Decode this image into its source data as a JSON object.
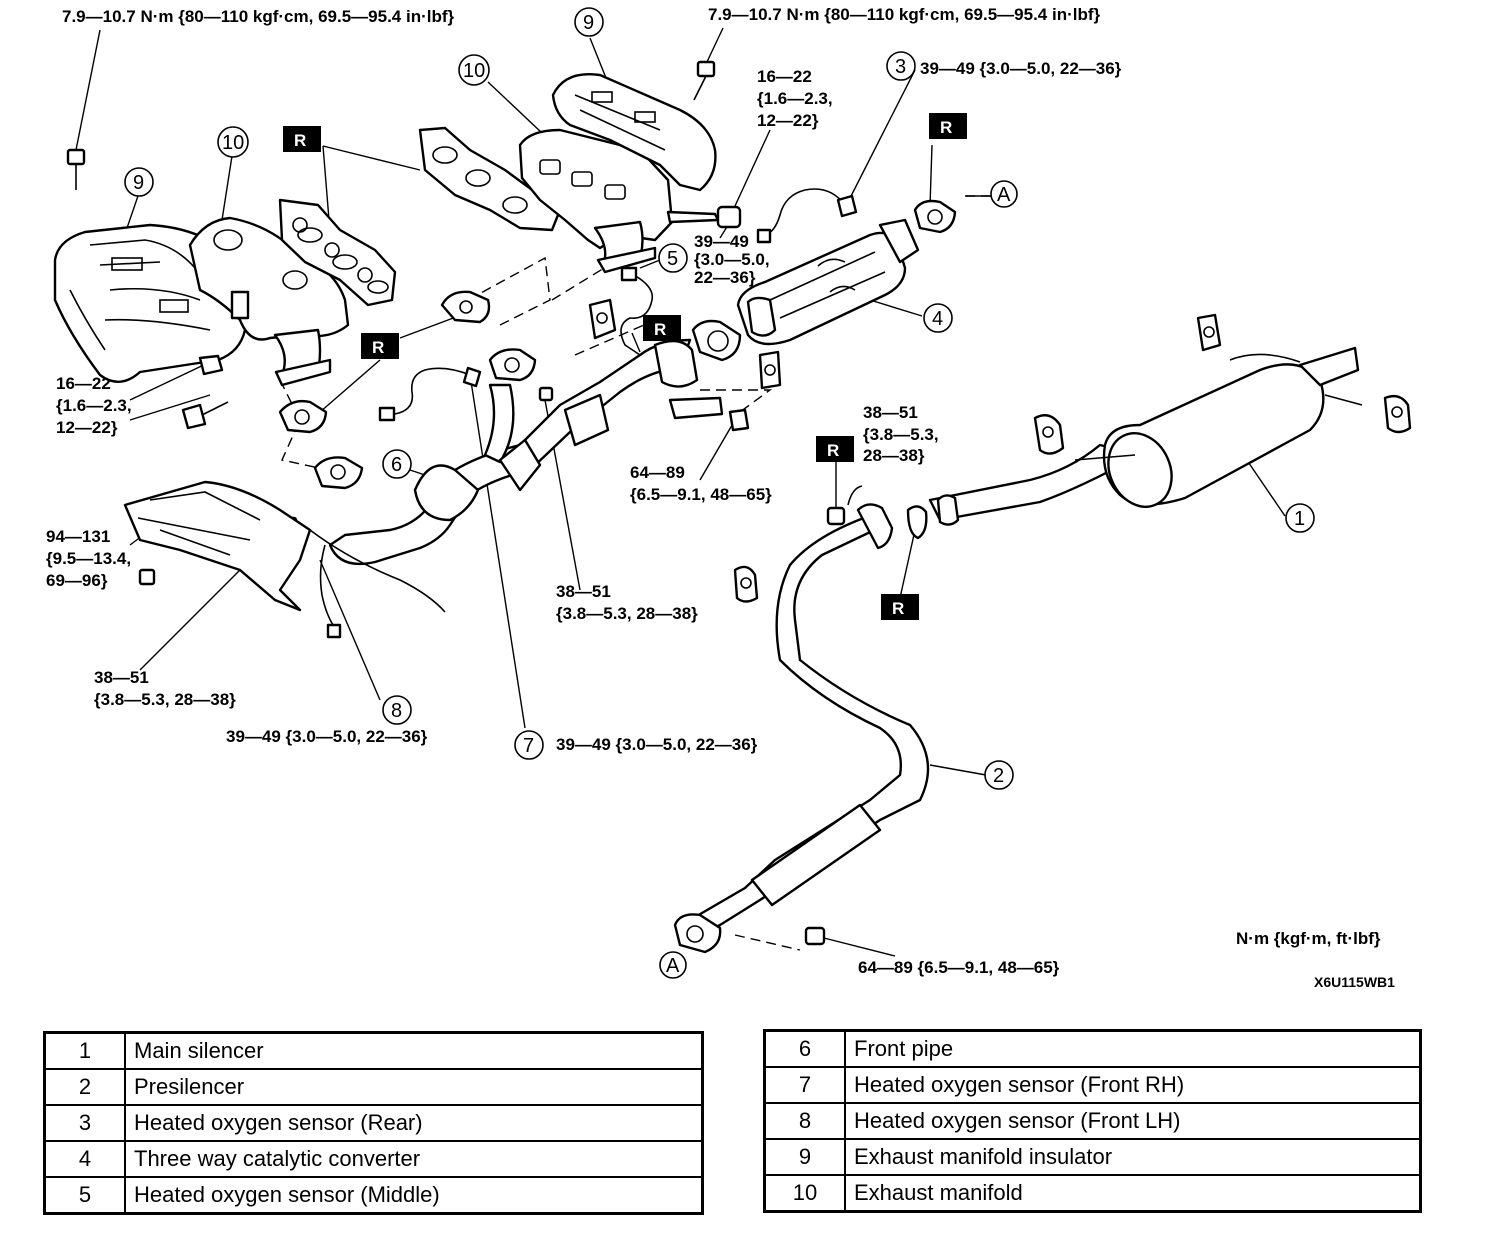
{
  "torque_labels": {
    "top_left": "7.9—10.7 N·m {80—110 kgf·cm, 69.5—95.4 in·lbf}",
    "top_center": "7.9—10.7 N·m {80—110 kgf·cm, 69.5—95.4 in·lbf}",
    "sensor_rear": "39—49 {3.0—5.0, 22—36}",
    "manifold_nut_l1": "16—22",
    "manifold_nut_l2": "{1.6—2.3,",
    "manifold_nut_l3": "12—22}",
    "stud_l1": "39—49",
    "stud_l2": "{3.0—5.0,",
    "stud_l3": "22—36}",
    "left_nut_l1": "16—22",
    "left_nut_l2": "{1.6—2.3,",
    "left_nut_l3": "12—22}",
    "mid_flange_l1": "38—51",
    "mid_flange_l2": "{3.8—5.3,",
    "mid_flange_l3": "28—38}",
    "front_bolt_l1": "64—89",
    "front_bolt_l2": "{6.5—9.1, 48—65}",
    "crossmember_l1": "94—131",
    "crossmember_l2": "{9.5—13.4,",
    "crossmember_l3": "69—96}",
    "center_nut_l1": "38—51",
    "center_nut_l2": "{3.8—5.3, 28—38}",
    "lower_left_l1": "38—51",
    "lower_left_l2": "{3.8—5.3, 28—38}",
    "sensor8": "39—49 {3.0—5.0, 22—36}",
    "sensor7": "39—49 {3.0—5.0, 22—36}",
    "bottom_nut": "64—89 {6.5—9.1, 48—65}"
  },
  "replace_marker": "R",
  "connection_marker": "A",
  "units_note": "N·m {kgf·m, ft·lbf}",
  "figure_code": "X6U115WB1",
  "callouts": {
    "c1": "1",
    "c2": "2",
    "c3": "3",
    "c4": "4",
    "c5": "5",
    "c6": "6",
    "c7": "7",
    "c8": "8",
    "c9a": "9",
    "c9b": "9",
    "c10a": "10",
    "c10b": "10"
  },
  "parts_left": [
    {
      "no": "1",
      "name": "Main silencer"
    },
    {
      "no": "2",
      "name": "Presilencer"
    },
    {
      "no": "3",
      "name": "Heated oxygen sensor (Rear)"
    },
    {
      "no": "4",
      "name": "Three way catalytic converter"
    },
    {
      "no": "5",
      "name": "Heated oxygen sensor (Middle)"
    }
  ],
  "parts_right": [
    {
      "no": "6",
      "name": "Front pipe"
    },
    {
      "no": "7",
      "name": "Heated oxygen sensor (Front RH)"
    },
    {
      "no": "8",
      "name": "Heated oxygen sensor (Front LH)"
    },
    {
      "no": "9",
      "name": "Exhaust manifold insulator"
    },
    {
      "no": "10",
      "name": "Exhaust manifold"
    }
  ]
}
